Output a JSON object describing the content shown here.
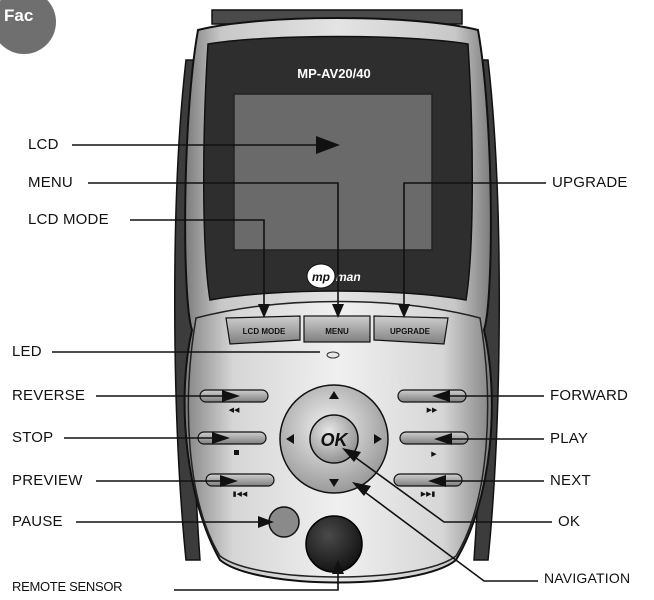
{
  "badge": "Fac",
  "device": {
    "model": "MP-AV20/40",
    "logo_left": "mp",
    "logo_right": "man",
    "buttons": {
      "lcd_mode": "LCD MODE",
      "menu": "MENU",
      "upgrade": "UPGRADE",
      "ok": "OK"
    }
  },
  "callouts": {
    "lcd": "LCD",
    "menu": "MENU",
    "lcd_mode": "LCD MODE",
    "upgrade": "UPGRADE",
    "led": "LED",
    "reverse": "REVERSE",
    "stop": "STOP",
    "preview": "PREVIEW",
    "pause": "PAUSE",
    "remote_sensor": "REMOTE SENSOR",
    "forward": "FORWARD",
    "play": "PLAY",
    "next": "NEXT",
    "ok": "OK",
    "navigation": "NAVIGATION"
  }
}
